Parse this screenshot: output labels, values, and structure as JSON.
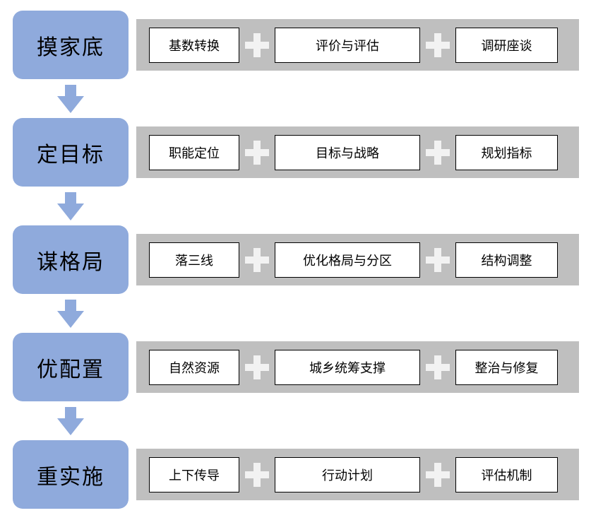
{
  "diagram": {
    "type": "process-flow",
    "orientation": "vertical-stages-with-horizontal-steps"
  },
  "rows": [
    {
      "stage": "摸家底",
      "steps": [
        "基数转换",
        "评价与评估",
        "调研座谈"
      ]
    },
    {
      "stage": "定目标",
      "steps": [
        "职能定位",
        "目标与战略",
        "规划指标"
      ]
    },
    {
      "stage": "谋格局",
      "steps": [
        "落三线",
        "优化格局与分区",
        "结构调整"
      ]
    },
    {
      "stage": "优配置",
      "steps": [
        "自然资源",
        "城乡统筹支撑",
        "整治与修复"
      ]
    },
    {
      "stage": "重实施",
      "steps": [
        "上下传导",
        "行动计划",
        "评估机制"
      ]
    }
  ],
  "icons": {
    "separator": "plus-icon",
    "connector": "down-arrow-icon"
  },
  "colors": {
    "stage_fill": "#8FAADC",
    "arrow_fill": "#8FAADC",
    "bar_fill": "#BFBFBF",
    "step_fill": "#FFFFFF",
    "step_border": "#000000",
    "plus_fill": "#F2F2F2",
    "text": "#000000",
    "background": "#FFFFFF"
  }
}
